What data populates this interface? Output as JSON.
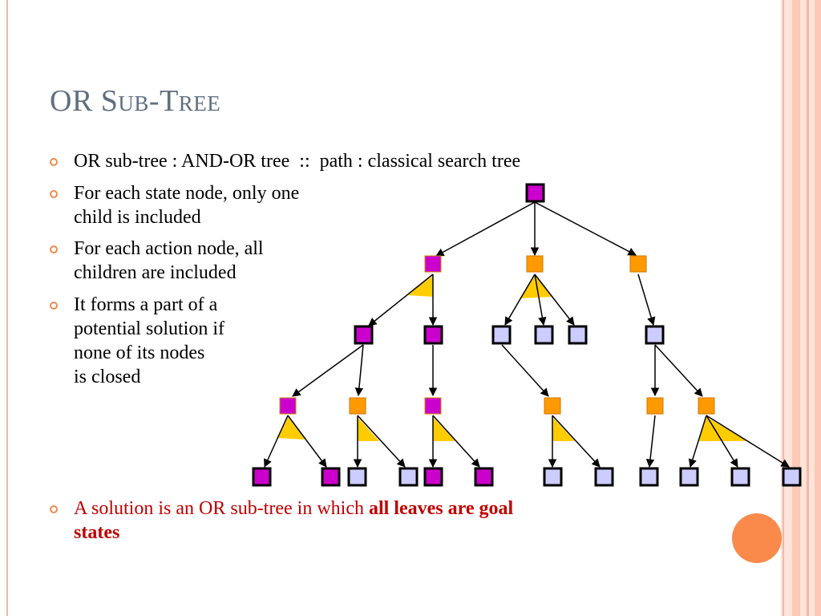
{
  "slide": {
    "title": "OR Sub-Tree",
    "bullets": [
      {
        "lines": [
          "OR sub-tree : AND-OR tree  ::  path : classical search tree"
        ]
      },
      {
        "lines": [
          "For each state node, only one",
          "child is included"
        ]
      },
      {
        "lines": [
          "For each action node, all",
          "children are included"
        ]
      },
      {
        "lines": [
          "It forms a part of a",
          "potential solution if",
          "none of its nodes",
          "is closed"
        ]
      }
    ],
    "solution": {
      "prefix": "A solution is an OR sub-tree in which ",
      "bold_line1": "all leaves are goal",
      "bold_line2": "states"
    }
  },
  "colors": {
    "title": "#5f6f7f",
    "bullet_mark": "#f08a4b",
    "state_node": "#cc00cc",
    "action_node": "#ff9900",
    "leaf_node": "#ccccff",
    "and_arc": "#ffcc00",
    "solution_text": "#c00000",
    "accent_circle": "#f98a4c"
  }
}
